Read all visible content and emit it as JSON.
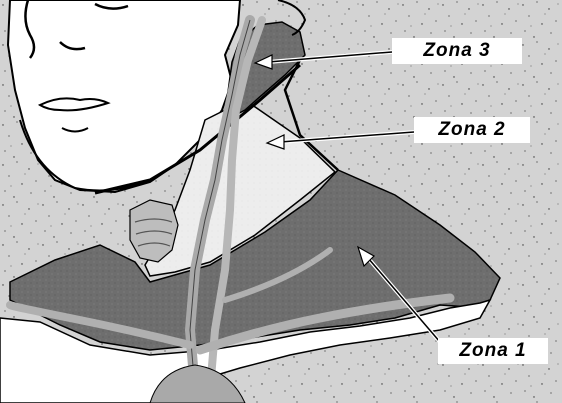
{
  "figure": {
    "zones": [
      {
        "id": "zone-3",
        "label": "Zona 3"
      },
      {
        "id": "zone-2",
        "label": "Zona 2"
      },
      {
        "id": "zone-1",
        "label": "Zona 1"
      }
    ]
  },
  "colors": {
    "background_speckled": "#d3d3d3",
    "zone_dark": "#707070",
    "zone_light": "#ececec",
    "vessels": "#a9a9a9",
    "skin": "#ffffff",
    "outline": "#000000"
  }
}
